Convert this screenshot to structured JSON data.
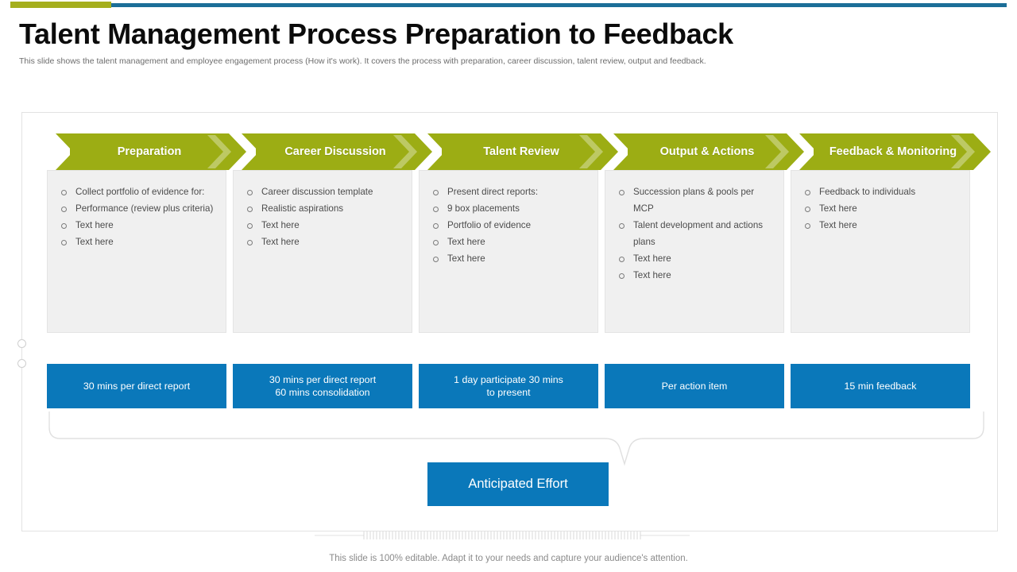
{
  "header": {
    "title": "Talent Management Process Preparation to Feedback",
    "subtitle": "This slide shows the talent management and employee engagement process (How it's work). It covers the process with preparation, career discussion, talent review, output and feedback."
  },
  "colors": {
    "chevron_green": "#9CAD14",
    "accent_blue": "#0A78BA",
    "topbar_green": "#A5AF1E",
    "topbar_blue": "#1B6E98",
    "box_gray": "#F0F0F0"
  },
  "stages": [
    {
      "label": "Preparation",
      "bullets": [
        "Collect portfolio of evidence for:",
        "Performance (review plus criteria)",
        "Text here",
        "Text here"
      ],
      "duration": "30 mins per direct report"
    },
    {
      "label": "Career Discussion",
      "bullets": [
        "Career discussion template",
        "Realistic aspirations",
        "Text here",
        "Text here"
      ],
      "duration": "30 mins per direct report\n60 mins consolidation"
    },
    {
      "label": "Talent Review",
      "bullets": [
        "Present direct reports:",
        "9 box placements",
        "Portfolio of evidence",
        "Text here",
        "Text here"
      ],
      "duration": "1 day participate 30 mins\nto present"
    },
    {
      "label": "Output & Actions",
      "bullets": [
        "Succession plans & pools per MCP",
        "Talent development and actions plans",
        "Text here",
        "Text here"
      ],
      "duration": "Per action item"
    },
    {
      "label": "Feedback & Monitoring",
      "bullets": [
        "Feedback to individuals",
        "Text here",
        "Text here"
      ],
      "duration": "15 min feedback"
    }
  ],
  "summary": {
    "label": "Anticipated Effort"
  },
  "footer": {
    "text": "This slide is 100% editable. Adapt it to your needs and capture your audience's attention."
  }
}
